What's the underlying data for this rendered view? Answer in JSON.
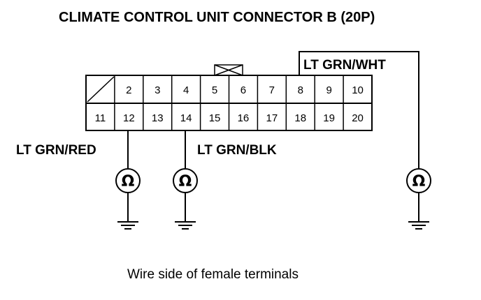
{
  "title": "CLIMATE CONTROL UNIT CONNECTOR B (20P)",
  "caption": "Wire side of female terminals",
  "connector": {
    "top_row": [
      "",
      "2",
      "3",
      "4",
      "5",
      "6",
      "7",
      "8",
      "9",
      "10"
    ],
    "bottom_row": [
      "11",
      "12",
      "13",
      "14",
      "15",
      "16",
      "17",
      "18",
      "19",
      "20"
    ]
  },
  "wires": {
    "w12": "LT GRN/RED",
    "w14": "LT GRN/BLK",
    "w8": "LT GRN/WHT"
  },
  "meter_symbol": "Ω",
  "icons": [
    "ohmmeter-icon",
    "ground-icon",
    "connector-lock-tab-icon"
  ]
}
